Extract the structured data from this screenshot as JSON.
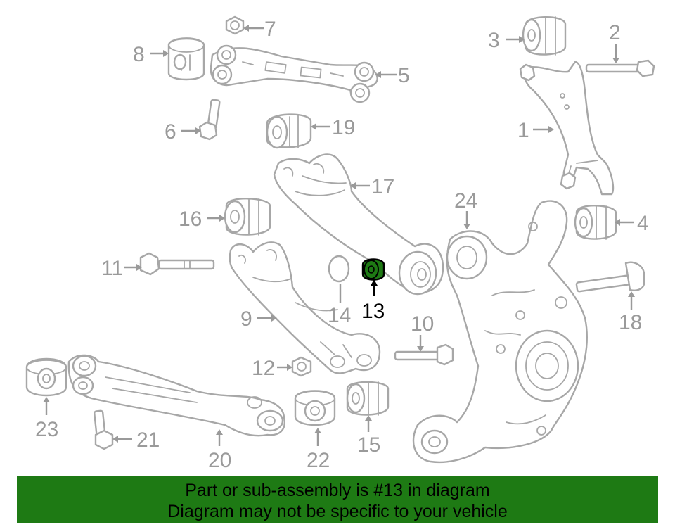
{
  "diagram": {
    "highlight_color": "#1e7a14",
    "highlighted_part": "13",
    "callouts": [
      "1",
      "2",
      "3",
      "4",
      "5",
      "6",
      "7",
      "8",
      "9",
      "10",
      "11",
      "12",
      "13",
      "14",
      "15",
      "16",
      "17",
      "18",
      "19",
      "20",
      "21",
      "22",
      "23",
      "24"
    ]
  },
  "banner": {
    "line1": "Part or sub-assembly is #13 in diagram",
    "line2": "Diagram may not be specific to your vehicle",
    "color": "#1e7a14"
  }
}
